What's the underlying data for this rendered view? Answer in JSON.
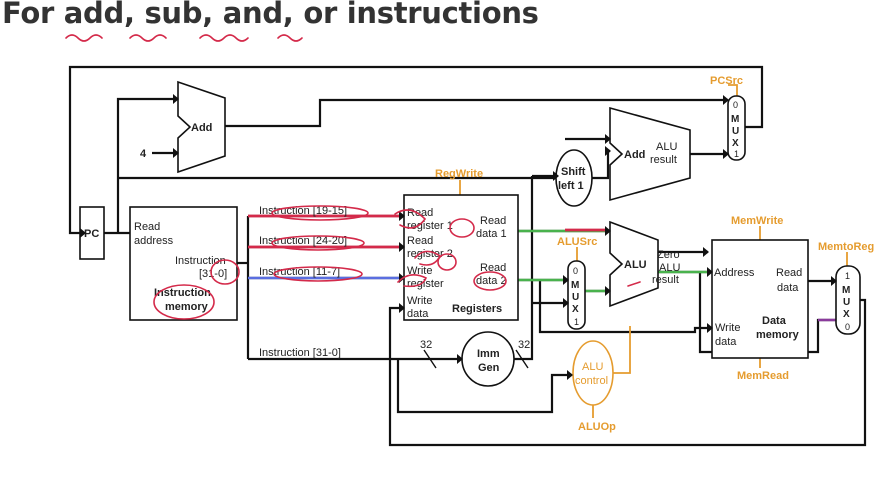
{
  "title": "For add, sub, and, or instructions",
  "control": {
    "pcsrc": "PCSrc",
    "regwrite": "RegWrite",
    "alusrc": "ALUSrc",
    "memwrite": "MemWrite",
    "memtoreg": "MemtoReg",
    "memread": "MemRead",
    "aluop": "ALUOp"
  },
  "pc": {
    "label": "PC"
  },
  "const4": "4",
  "adder_pc": {
    "label": "Add"
  },
  "adder_branch": {
    "label": "Add",
    "result_l1": "ALU",
    "result_l2": "result"
  },
  "shift": {
    "l1": "Shift",
    "l2": "left 1"
  },
  "instr_mem": {
    "read_l1": "Read",
    "read_l2": "address",
    "instr_l1": "Instruction",
    "instr_l2": "[31-0]",
    "name_l1": "Instruction",
    "name_l2": "memory"
  },
  "fields": {
    "f1": "Instruction [19-15]",
    "f2": "Instruction [24-20]",
    "f3": "Instruction [11-7]",
    "f4": "Instruction [31-0]"
  },
  "registers": {
    "rr1_l1": "Read",
    "rr1_l2": "register 1",
    "rr2_l1": "Read",
    "rr2_l2": "register 2",
    "wr_l1": "Write",
    "wr_l2": "register",
    "wd_l1": "Write",
    "wd_l2": "data",
    "rd1_l1": "Read",
    "rd1_l2": "data 1",
    "rd2_l1": "Read",
    "rd2_l2": "data 2",
    "name": "Registers"
  },
  "imm_gen": {
    "l1": "Imm",
    "l2": "Gen",
    "bits_in": "32",
    "bits_out": "32"
  },
  "alu": {
    "label": "ALU",
    "zero": "Zero",
    "result_l1": "ALU",
    "result_l2": "result"
  },
  "alu_control": {
    "l1": "ALU",
    "l2": "control"
  },
  "data_mem": {
    "address": "Address",
    "read_l1": "Read",
    "read_l2": "data",
    "write_l1": "Write",
    "write_l2": "data",
    "name_l1": "Data",
    "name_l2": "memory"
  },
  "mux_pc": {
    "top": "0",
    "m": "M",
    "u": "U",
    "x": "X",
    "bottom": "1"
  },
  "mux_alu": {
    "top": "0",
    "m": "M",
    "u": "U",
    "x": "X",
    "bottom": "1"
  },
  "mux_wb": {
    "top": "1",
    "m": "M",
    "u": "U",
    "x": "X",
    "bottom": "0"
  }
}
